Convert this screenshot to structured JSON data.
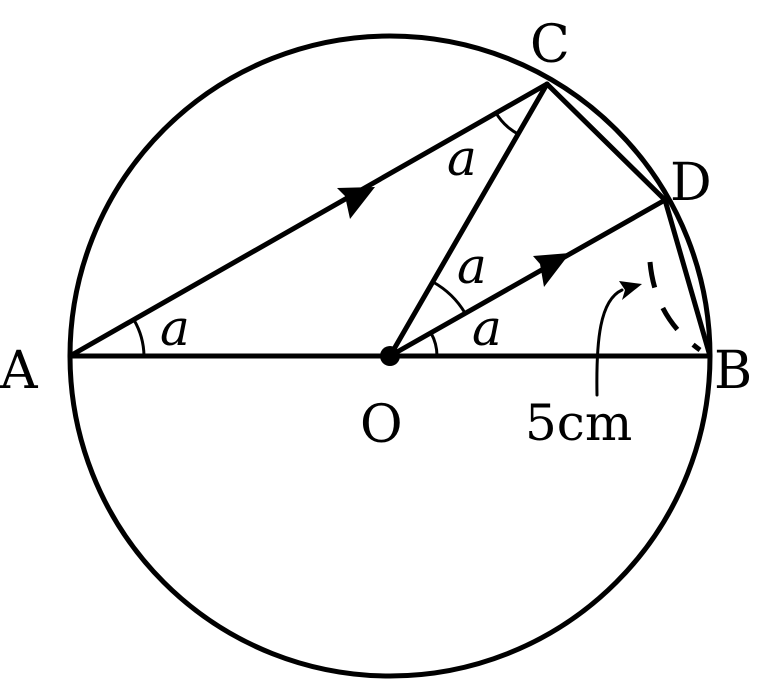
{
  "points": {
    "A": "A",
    "B": "B",
    "C": "C",
    "D": "D",
    "O": "O"
  },
  "angles": {
    "at_A": "a",
    "at_C": "a",
    "at_O_upper": "a",
    "at_O_lower": "a"
  },
  "measurement": {
    "radius_label": "5cm"
  }
}
